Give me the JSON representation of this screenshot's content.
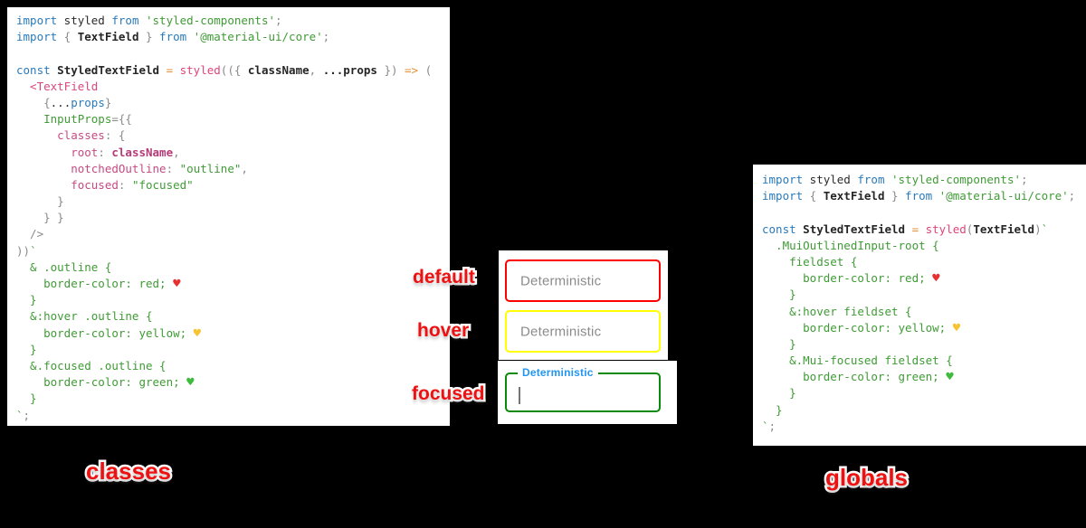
{
  "captions": {
    "left": "classes",
    "right": "globals",
    "color": "#ee1111"
  },
  "demo": {
    "state_labels": [
      "default",
      "hover",
      "focused"
    ],
    "fields": [
      {
        "state": "default",
        "placeholder": "Deterministic",
        "value": "",
        "border_color": "#ff0000"
      },
      {
        "state": "hover",
        "placeholder": "Deterministic",
        "value": "",
        "border_color": "#ffff00"
      },
      {
        "state": "focused",
        "label": "Deterministic",
        "value": "",
        "border_color": "#0a8a0a",
        "label_color": "#2196f3",
        "cursor_visible": true
      }
    ]
  },
  "code_blocks": {
    "left_code": {
      "lines": [
        [
          [
            "kw",
            "import"
          ],
          [
            "pl",
            " styled "
          ],
          [
            "kw",
            "from"
          ],
          [
            "str",
            " 'styled-components'"
          ],
          [
            "gr",
            ";"
          ]
        ],
        [
          [
            "kw",
            "import"
          ],
          [
            "gr",
            " { "
          ],
          [
            "bold",
            "TextField"
          ],
          [
            "gr",
            " } "
          ],
          [
            "kw",
            "from"
          ],
          [
            "str",
            " '@material-ui/core'"
          ],
          [
            "gr",
            ";"
          ]
        ],
        [],
        [
          [
            "kw",
            "const"
          ],
          [
            "bold",
            " StyledTextField "
          ],
          [
            "op",
            "="
          ],
          [
            "fn",
            " styled"
          ],
          [
            "gr",
            "(({ "
          ],
          [
            "bold",
            "className"
          ],
          [
            "gr",
            ", "
          ],
          [
            "bold",
            "...props"
          ],
          [
            "gr",
            " }) "
          ],
          [
            "op",
            "=>"
          ],
          [
            "gr",
            " ("
          ]
        ],
        [
          [
            "tag",
            "  <TextField"
          ]
        ],
        [
          [
            "gr",
            "    {"
          ],
          [
            "pl",
            "..."
          ],
          [
            "kw",
            "props"
          ],
          [
            "gr",
            "}"
          ]
        ],
        [
          [
            "str",
            "    InputProps"
          ],
          [
            "gr",
            "={{"
          ]
        ],
        [
          [
            "prop",
            "      classes"
          ],
          [
            "gr",
            ": {"
          ]
        ],
        [
          [
            "prop",
            "        root"
          ],
          [
            "gr",
            ": "
          ],
          [
            "propb",
            "className"
          ],
          [
            "gr",
            ","
          ]
        ],
        [
          [
            "prop",
            "        notchedOutline"
          ],
          [
            "gr",
            ": "
          ],
          [
            "str",
            "\"outline\""
          ],
          [
            "gr",
            ","
          ]
        ],
        [
          [
            "prop",
            "        focused"
          ],
          [
            "gr",
            ": "
          ],
          [
            "str",
            "\"focused\""
          ]
        ],
        [
          [
            "gr",
            "      }"
          ]
        ],
        [
          [
            "gr",
            "    } }"
          ]
        ],
        [
          [
            "gr",
            "  />"
          ]
        ],
        [
          [
            "gr",
            "))"
          ],
          [
            "str",
            "`"
          ]
        ],
        [
          [
            "css",
            "  & .outline {"
          ]
        ],
        [
          [
            "css",
            "    border-color: red; "
          ],
          [
            "hr",
            "♥"
          ]
        ],
        [
          [
            "css",
            "  }"
          ]
        ],
        [
          [
            "css",
            "  &:hover .outline {"
          ]
        ],
        [
          [
            "css",
            "    border-color: yellow; "
          ],
          [
            "hy",
            "♥"
          ]
        ],
        [
          [
            "css",
            "  }"
          ]
        ],
        [
          [
            "css",
            "  &.focused .outline {"
          ]
        ],
        [
          [
            "css",
            "    border-color: green; "
          ],
          [
            "hg",
            "♥"
          ]
        ],
        [
          [
            "css",
            "  }"
          ]
        ],
        [
          [
            "str",
            "`"
          ],
          [
            "gr",
            ";"
          ]
        ]
      ]
    },
    "right_code": {
      "lines": [
        [
          [
            "kw",
            "import"
          ],
          [
            "pl",
            " styled "
          ],
          [
            "kw",
            "from"
          ],
          [
            "str",
            " 'styled-components'"
          ],
          [
            "gr",
            ";"
          ]
        ],
        [
          [
            "kw",
            "import"
          ],
          [
            "gr",
            " { "
          ],
          [
            "bold",
            "TextField"
          ],
          [
            "gr",
            " } "
          ],
          [
            "kw",
            "from"
          ],
          [
            "str",
            " '@material-ui/core'"
          ],
          [
            "gr",
            ";"
          ]
        ],
        [],
        [
          [
            "kw",
            "const"
          ],
          [
            "bold",
            " StyledTextField "
          ],
          [
            "op",
            "="
          ],
          [
            "fn",
            " styled"
          ],
          [
            "gr",
            "("
          ],
          [
            "bold",
            "TextField"
          ],
          [
            "gr",
            ")"
          ],
          [
            "str",
            "`"
          ]
        ],
        [
          [
            "css",
            "  .MuiOutlinedInput-root {"
          ]
        ],
        [
          [
            "css",
            "    fieldset {"
          ]
        ],
        [
          [
            "css",
            "      border-color: red; "
          ],
          [
            "hr",
            "♥"
          ]
        ],
        [
          [
            "css",
            "    }"
          ]
        ],
        [
          [
            "css",
            "    &:hover fieldset {"
          ]
        ],
        [
          [
            "css",
            "      border-color: yellow; "
          ],
          [
            "hy",
            "♥"
          ]
        ],
        [
          [
            "css",
            "    }"
          ]
        ],
        [
          [
            "css",
            "    &.Mui-focused fieldset {"
          ]
        ],
        [
          [
            "css",
            "      border-color: green; "
          ],
          [
            "hg",
            "♥"
          ]
        ],
        [
          [
            "css",
            "    }"
          ]
        ],
        [
          [
            "css",
            "  }"
          ]
        ],
        [
          [
            "str",
            "`"
          ],
          [
            "gr",
            ";"
          ]
        ]
      ]
    }
  }
}
